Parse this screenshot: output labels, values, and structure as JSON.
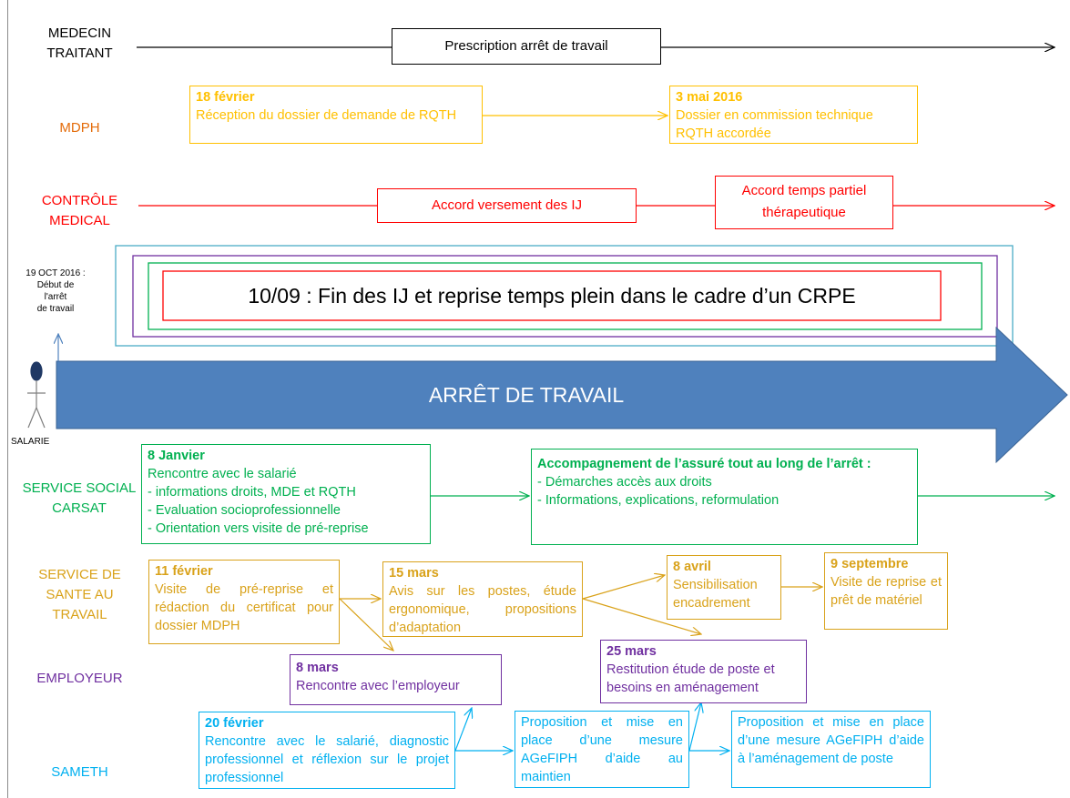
{
  "colors": {
    "medecin": "#000000",
    "mdph": "#FFC000",
    "mdph_label": "#E46C0A",
    "controle": "#FF0000",
    "social": "#00B050",
    "sante": "#D9A21A",
    "employeur": "#7030A0",
    "sameth": "#00B0F0",
    "arrow": "#4F81BD",
    "frame_outer": "#4BACC6"
  },
  "rows": {
    "medecin": "MEDECIN\nTRAITANT",
    "mdph": "MDPH",
    "controle": "CONTRÔLE\nMEDICAL",
    "social": "SERVICE SOCIAL\nCARSAT",
    "sante": "SERVICE DE\nSANTE AU\nTRAVAIL",
    "employeur": "EMPLOYEUR",
    "sameth": "SAMETH"
  },
  "start": {
    "label": "19 OCT 2016 :\nDébut de\nl'arrêt\nde travail",
    "salarie": "SALARIE"
  },
  "main_arrow": "ARRÊT DE TRAVAIL",
  "banner": "10/09 : Fin des IJ et reprise temps plein dans le cadre d’un CRPE",
  "medecin": {
    "prescription": "Prescription arrêt de travail"
  },
  "mdph": {
    "box1": {
      "title": "18 février",
      "body": "Réception du dossier de demande de RQTH"
    },
    "box2": {
      "title": "3 mai 2016",
      "body": "Dossier en commission technique\nRQTH accordée"
    }
  },
  "controle": {
    "box1": "Accord versement des IJ",
    "box2": "Accord temps partiel\nthérapeutique"
  },
  "social": {
    "box1": {
      "title": "8 Janvier",
      "body": "Rencontre avec le salarié\n- informations droits, MDE et RQTH\n- Evaluation socioprofessionnelle\n- Orientation vers visite de pré-reprise"
    },
    "box2": {
      "title": "Accompagnement de l’assuré tout au long de l’arrêt :",
      "body": "- Démarches accès aux droits\n- Informations, explications, reformulation"
    }
  },
  "sante": {
    "box1": {
      "title": "11 février",
      "body": "Visite de pré-reprise et rédaction du certificat pour dossier MDPH"
    },
    "box2": {
      "title": "15 mars",
      "body": "Avis sur les postes, étude ergonomique, propositions d’adaptation"
    },
    "box3": {
      "title": "8 avril",
      "body": "Sensibilisation encadrement"
    },
    "box4": {
      "title": "9 septembre",
      "body": "Visite de reprise et prêt de matériel"
    }
  },
  "employeur": {
    "box1": {
      "title": "8 mars",
      "body": "Rencontre avec l’employeur"
    },
    "box2": {
      "title": "25 mars",
      "body": "Restitution étude de poste et besoins en aménagement"
    }
  },
  "sameth": {
    "box1": {
      "title": "20 février",
      "body": "Rencontre avec le salarié, diagnostic professionnel et réflexion sur le projet professionnel"
    },
    "box2": {
      "body": "Proposition et mise en place d’une mesure AGeFIPH d’aide au maintien"
    },
    "box3": {
      "body": "Proposition et mise en place d’une mesure AGeFIPH d’aide à l’aménagement de poste"
    }
  }
}
